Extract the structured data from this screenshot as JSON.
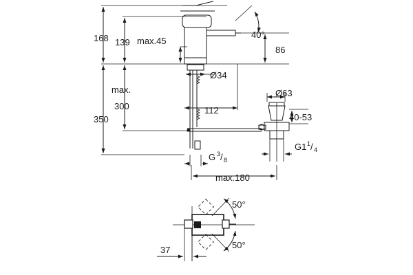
{
  "dimensions": {
    "d168": "168",
    "d139": "139",
    "max45": "max.45",
    "d40": "40°",
    "d86": "86",
    "d34": "Ø34",
    "max_label": "max.",
    "d300": "300",
    "d350": "350",
    "d112": "112",
    "d63": "Ø63",
    "d4053": "40-53",
    "g38_base": "G",
    "g38_num": "3",
    "g38_den": "8",
    "g114_base": "G1",
    "g114_num": "1",
    "g114_den": "4",
    "max180": "max.180",
    "d50_top": "50°",
    "d37": "37",
    "d50_bottom": "50°"
  }
}
